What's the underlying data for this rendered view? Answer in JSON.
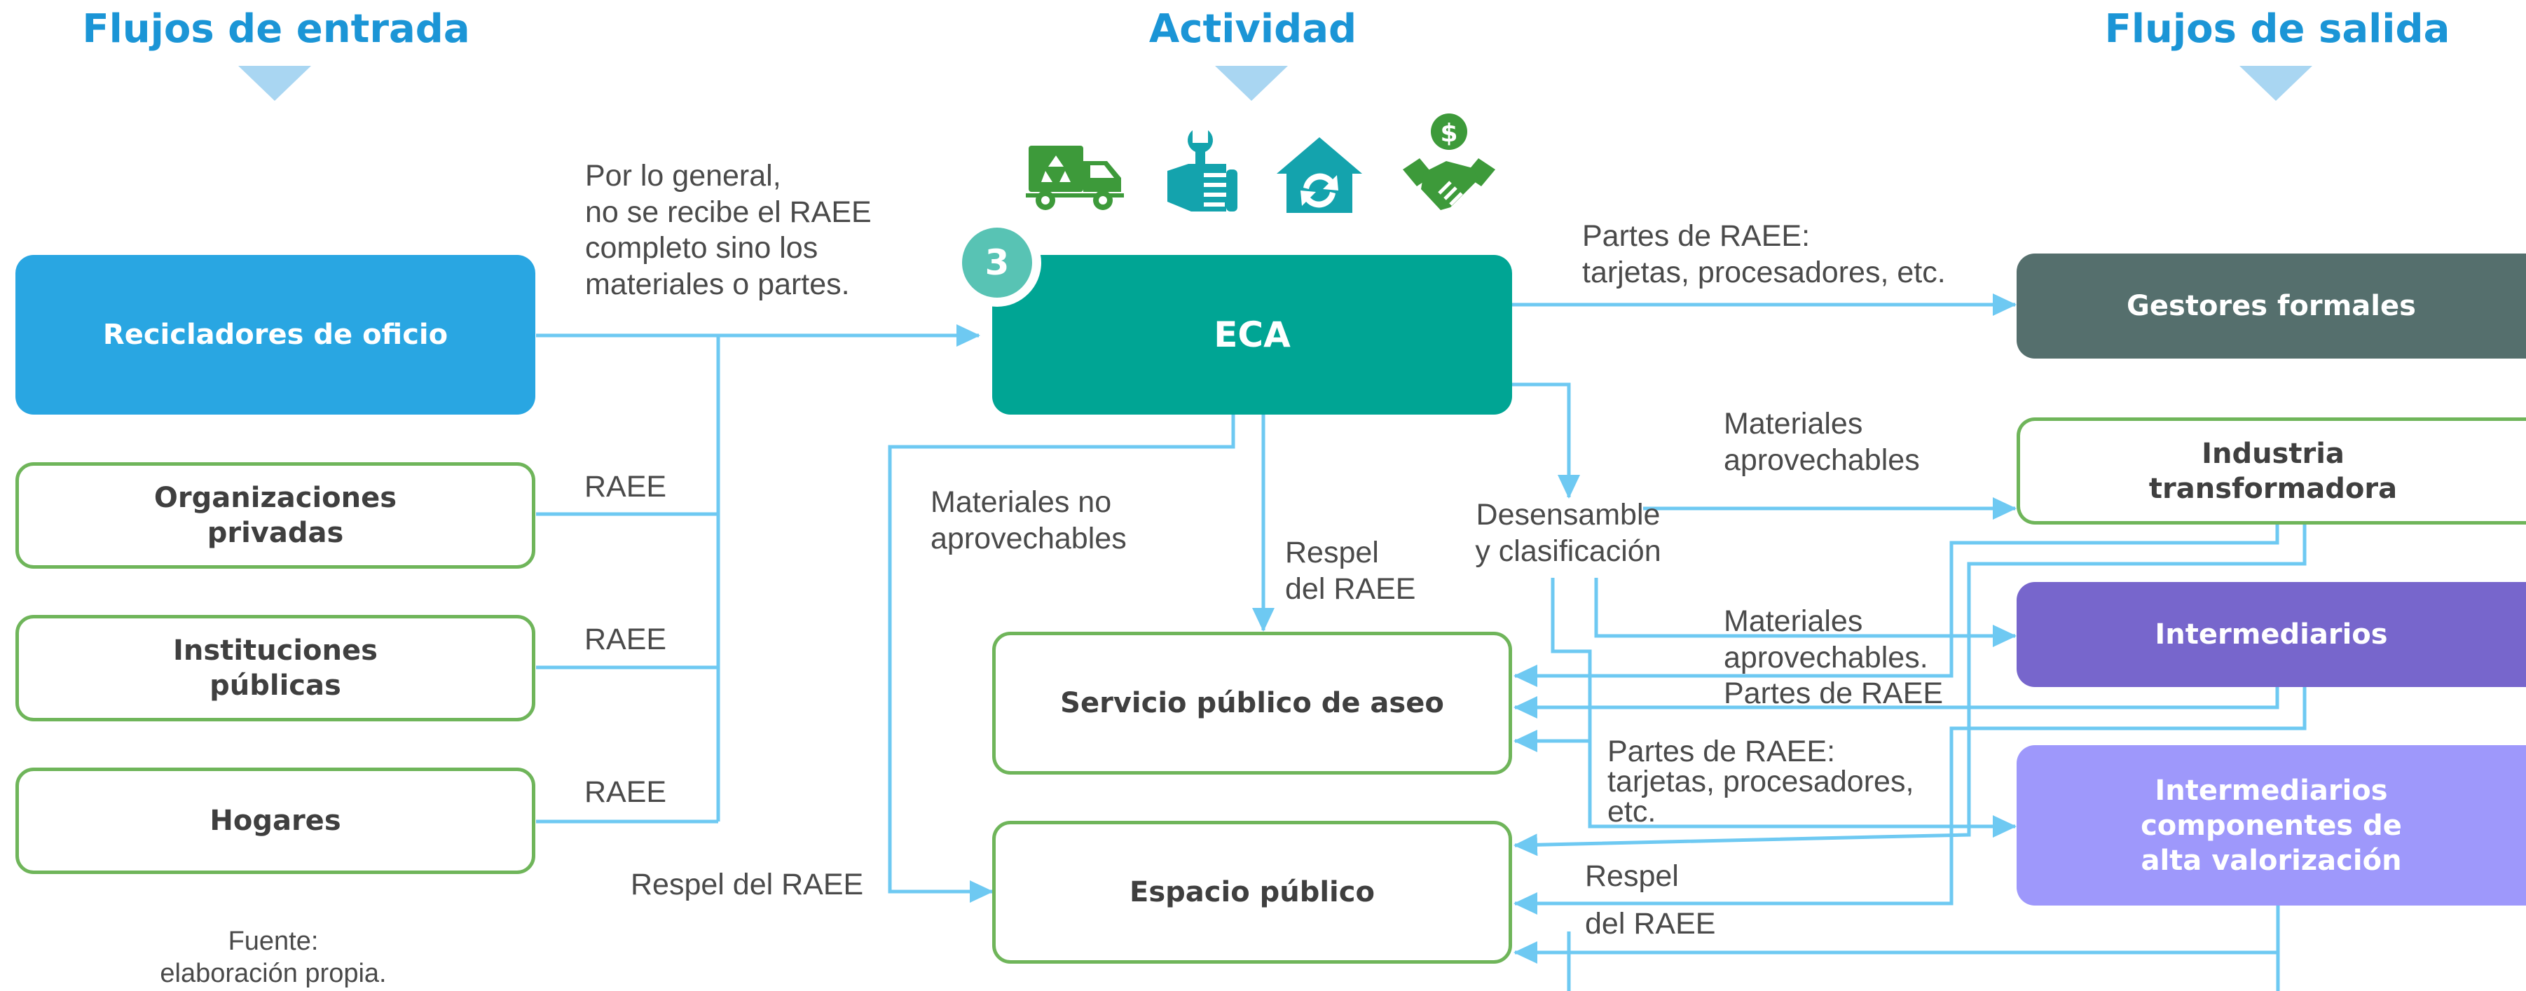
{
  "headers": {
    "inputs": "Flujos de entrada",
    "activity": "Actividad",
    "outputs": "Flujos de salida"
  },
  "boxes": {
    "recicladores": "Recicladores de oficio",
    "organizaciones": "Organizaciones\nprivadas",
    "instituciones": "Instituciones\npúblicas",
    "hogares": "Hogares",
    "eca": "ECA",
    "servicio": "Servicio público de aseo",
    "espacio": "Espacio público",
    "gestores": "Gestores formales",
    "industria": "Industria\ntransformadora",
    "intermediarios": "Intermediarios",
    "intermediarios_comp": "Intermediarios\ncomponentes de\nalta valorización"
  },
  "step_number": "3",
  "labels": {
    "general_note": "Por lo general,\nno se recibe el RAEE\ncompleto sino los\nmateriales o partes.",
    "raee_1": "RAEE",
    "raee_2": "RAEE",
    "raee_3": "RAEE",
    "respel_left": "Respel del RAEE",
    "mat_no_aprov": "Materiales no\naprovechables",
    "respel_del_raee": "Respel\ndel RAEE",
    "partes_gestores": "Partes de RAEE:\ntarjetas, procesadores, etc.",
    "mat_aprov_1": "Materiales\naprovechables",
    "desensamble": "Desensamble\ny clasificación",
    "mat_aprov_2": "Materiales\naprovechables.",
    "partes_raee": "Partes de RAEE",
    "partes_tarjetas": "Partes de RAEE:\ntarjetas, procesadores,\netc.",
    "respel_bottom_1": "Respel",
    "respel_bottom_2": "del RAEE",
    "fuente": "Fuente:\nelaboración propia."
  },
  "icons": [
    "recycling-truck-icon",
    "repair-hand-icon",
    "house-recycle-icon",
    "handshake-money-icon"
  ],
  "colors": {
    "header_blue": "#1b95d6",
    "header_triangle": "#a9d6f2",
    "recicladores": "#29a6e2",
    "eca": "#00a594",
    "step_circle": "#58c3b4",
    "gestores": "#556f6d",
    "intermediarios": "#7766cc",
    "intermediarios_comp": "#9e98fb",
    "outline_green": "#6fb55a",
    "connector": "#6ec9f2",
    "icon_green": "#3d9a3a",
    "icon_teal": "#14a3ad"
  }
}
